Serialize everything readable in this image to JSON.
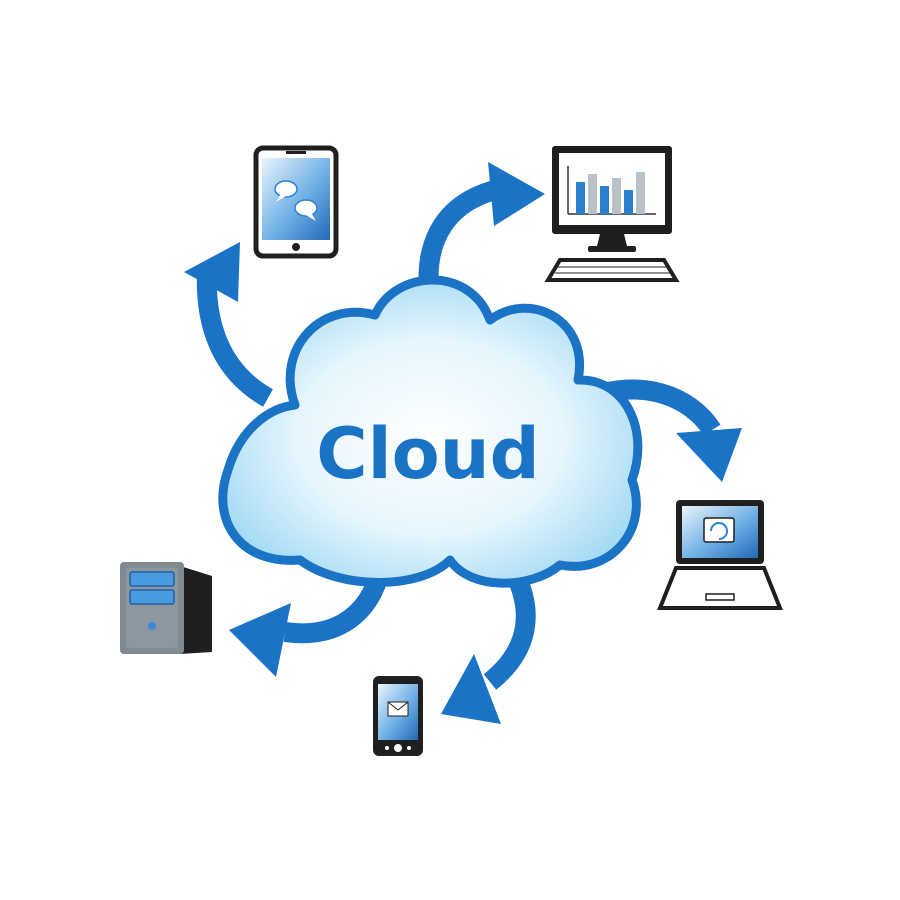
{
  "cloud": {
    "label": "Cloud"
  },
  "devices": [
    {
      "name": "tablet",
      "icon": "tablet-icon"
    },
    {
      "name": "desktop-monitor",
      "icon": "monitor-chart-icon"
    },
    {
      "name": "laptop",
      "icon": "laptop-icon"
    },
    {
      "name": "smartphone",
      "icon": "smartphone-icon"
    },
    {
      "name": "server",
      "icon": "server-tower-icon"
    }
  ],
  "colors": {
    "accent": "#1a73c5",
    "cloud_fill_center": "#ffffff",
    "cloud_fill_edge": "#a9dcf5",
    "device_dark": "#1f1f1f",
    "screen_blue": "#2d7fd0",
    "server_gray": "#7f8a92"
  }
}
